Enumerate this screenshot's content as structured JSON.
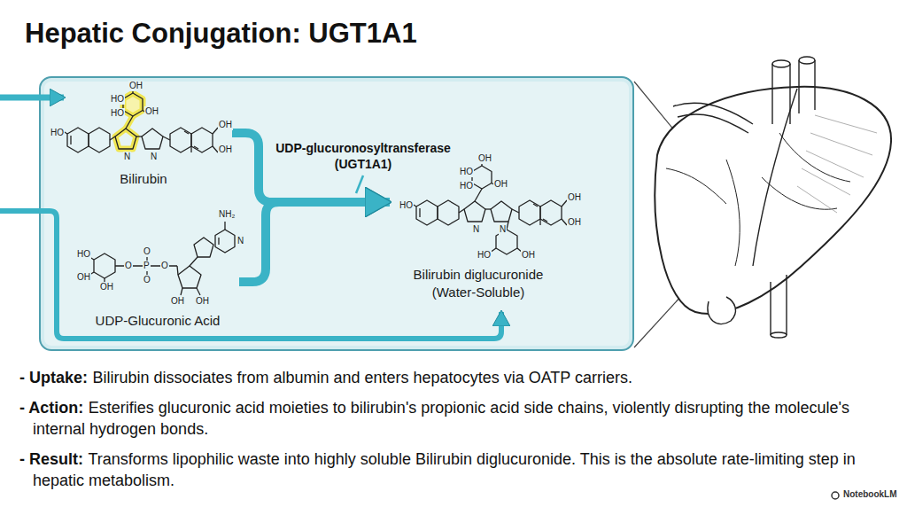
{
  "diagram": {
    "title": "Hepatic Conjugation: UGT1A1",
    "nodes": [
      {
        "text": [
          "Bilirubin"
        ]
      },
      {
        "text": [
          "UDP-Glucuronic Acid"
        ]
      },
      {
        "text": [
          "Bilirubin diglucuronide (Water-Soluble)"
        ]
      }
    ],
    "edges": [
      {
        "from": 0,
        "to": 2,
        "arrow": "to",
        "label": "UDP-glucuronosyltransferase (UGT1A1)"
      },
      {
        "from": 1,
        "to": 2,
        "arrow": "to"
      }
    ],
    "labels": [
      "OH",
      "HO",
      "HO",
      "OH",
      "HO",
      "N",
      "N",
      "OH",
      "OH",
      "HO",
      "OH",
      "OH",
      "O",
      "P",
      "O",
      "O",
      "O",
      "OH",
      "OH",
      "NH₂",
      "N",
      "OH",
      "HO",
      "HO",
      "OH",
      "HO",
      "N",
      "N",
      "OH",
      "OH",
      "HO",
      "OH",
      "- Uptake:",
      "Bilirubin dissociates from albumin and enters hepatocytes via OATP carriers.",
      "- Action:",
      "Esterifies glucuronic acid moieties to bilirubin's propionic acid side chains, violently disrupting the molecule's internal hydrogen bonds.",
      "- Result:",
      "Transforms lipophilic waste into highly soluble Bilirubin diglucuronide. This is the absolute rate-limiting step in hepatic metabolism.",
      "NotebookLM"
    ]
  }
}
